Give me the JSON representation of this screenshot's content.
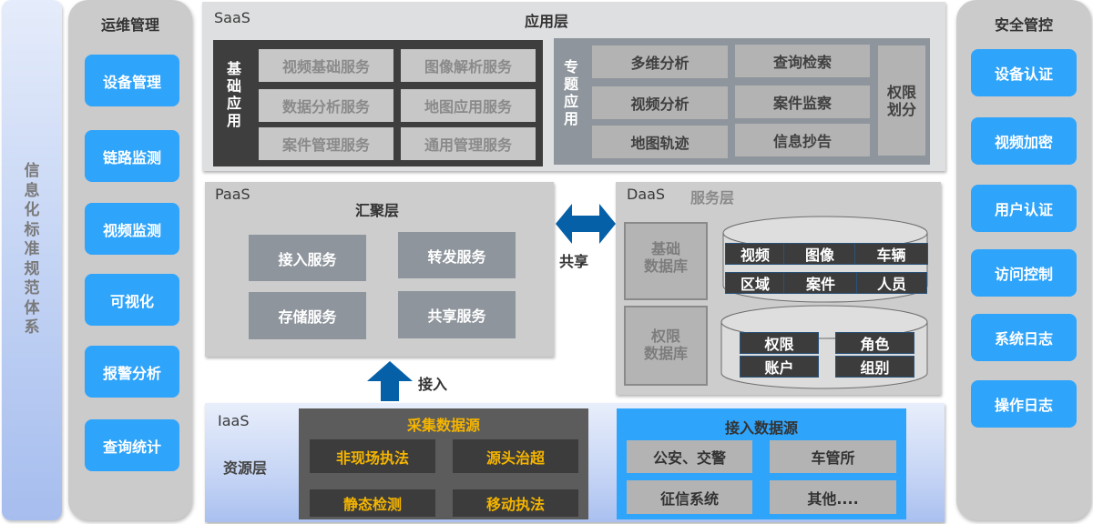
{
  "standards": {
    "title": "信息化标准规范体系"
  },
  "ops": {
    "title": "运维管理",
    "items": [
      "设备管理",
      "链路监测",
      "视频监测",
      "可视化",
      "报警分析",
      "查询统计"
    ]
  },
  "security": {
    "title": "安全管控",
    "items": [
      "设备认证",
      "视频加密",
      "用户认证",
      "访问控制",
      "系统日志",
      "操作日志"
    ]
  },
  "saas": {
    "tag": "SaaS",
    "title": "应用层",
    "basic": {
      "label": "基础应用",
      "items": [
        "视频基础服务",
        "图像解析服务",
        "数据分析服务",
        "地图应用服务",
        "案件管理服务",
        "通用管理服务"
      ]
    },
    "special": {
      "label": "专题应用",
      "items": [
        "多维分析",
        "查询检索",
        "视频分析",
        "案件监察",
        "地图轨迹",
        "信息抄告"
      ],
      "permission": "权限划分"
    }
  },
  "paas": {
    "tag": "PaaS",
    "title": "汇聚层",
    "items": [
      "接入服务",
      "转发服务",
      "存储服务",
      "共享服务"
    ]
  },
  "share_arrow": {
    "label": "共享",
    "color": "#0560a8"
  },
  "access_arrow": {
    "label": "接入",
    "color": "#0560a8"
  },
  "daas": {
    "tag": "DaaS",
    "title": "服务层",
    "basic_db": {
      "label": "基础数据库",
      "items": [
        "视频",
        "图像",
        "车辆",
        "区域",
        "案件",
        "人员"
      ]
    },
    "perm_db": {
      "label": "权限数据库",
      "items": [
        "权限",
        "角色",
        "账户",
        "组别"
      ]
    }
  },
  "iaas": {
    "tag": "IaaS",
    "title": "资源层",
    "collect": {
      "title": "采集数据源",
      "items": [
        "非现场执法",
        "源头治超",
        "静态检测",
        "移动执法"
      ]
    },
    "access": {
      "title": "接入数据源",
      "items": [
        "公安、交警",
        "车管所",
        "征信系统",
        "其他...."
      ]
    }
  },
  "colors": {
    "accent_blue": "#2fa4fb",
    "arrow_blue": "#0560a8",
    "gold": "#f4b400"
  }
}
